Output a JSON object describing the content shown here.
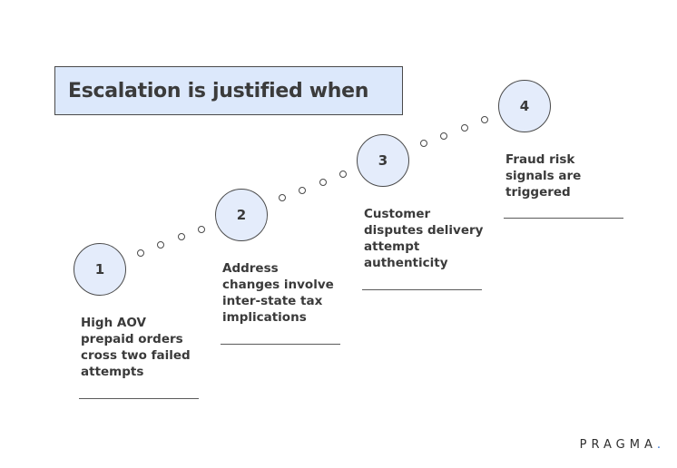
{
  "title": "Escalation is justified when",
  "steps": [
    {
      "number": "1",
      "text": "High AOV\nprepaid orders\ncross two failed\nattempts"
    },
    {
      "number": "2",
      "text": "Address\nchanges involve\ninter-state tax\nimplications"
    },
    {
      "number": "3",
      "text": "Customer\ndisputes delivery\nattempt\nauthenticity"
    },
    {
      "number": "4",
      "text": "Fraud risk\nsignals are\ntriggered"
    }
  ],
  "logo": {
    "text": "PRAGMA",
    "dot": "."
  },
  "colors": {
    "title_fill": "#dce8fb",
    "circle_fill": "#e4ecfb",
    "outline": "#4a4a4a",
    "logo_dot": "#2f6fd1"
  }
}
